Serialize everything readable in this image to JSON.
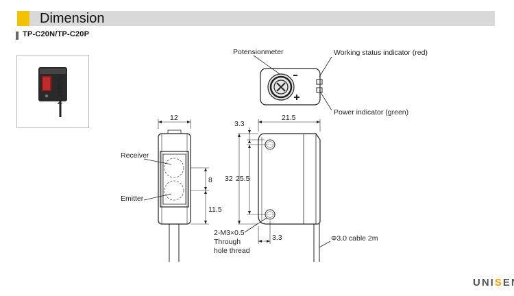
{
  "header": {
    "title": "Dimension",
    "accent_color": "#f2c200"
  },
  "model": {
    "name": "TP-C20N/TP-C20P"
  },
  "brand": {
    "prefix": "UNI",
    "accent_letter": "S",
    "suffix": "EN"
  },
  "top_view": {
    "potentiometer_label": "Potensionmeter",
    "working_indicator_label": "Working status indicator (red)",
    "power_indicator_label": "Power indicator (green)"
  },
  "front_view": {
    "width_dim": "12",
    "receiver_label": "Receiver",
    "emitter_label": "Emitter",
    "lens_spacing_dim": "8",
    "lower_dim": "11.5"
  },
  "side_view": {
    "depth_dim": "21.5",
    "top_offset_dim": "3.3",
    "height_dim": "32",
    "hole_spacing_dim": "25.5",
    "hole_label_line1": "2-M3×0.5",
    "hole_label_line2": "Through",
    "hole_label_line3": "hole thread",
    "side_offset_dim": "3.3",
    "cable_label": "Φ3.0 cable 2m"
  }
}
